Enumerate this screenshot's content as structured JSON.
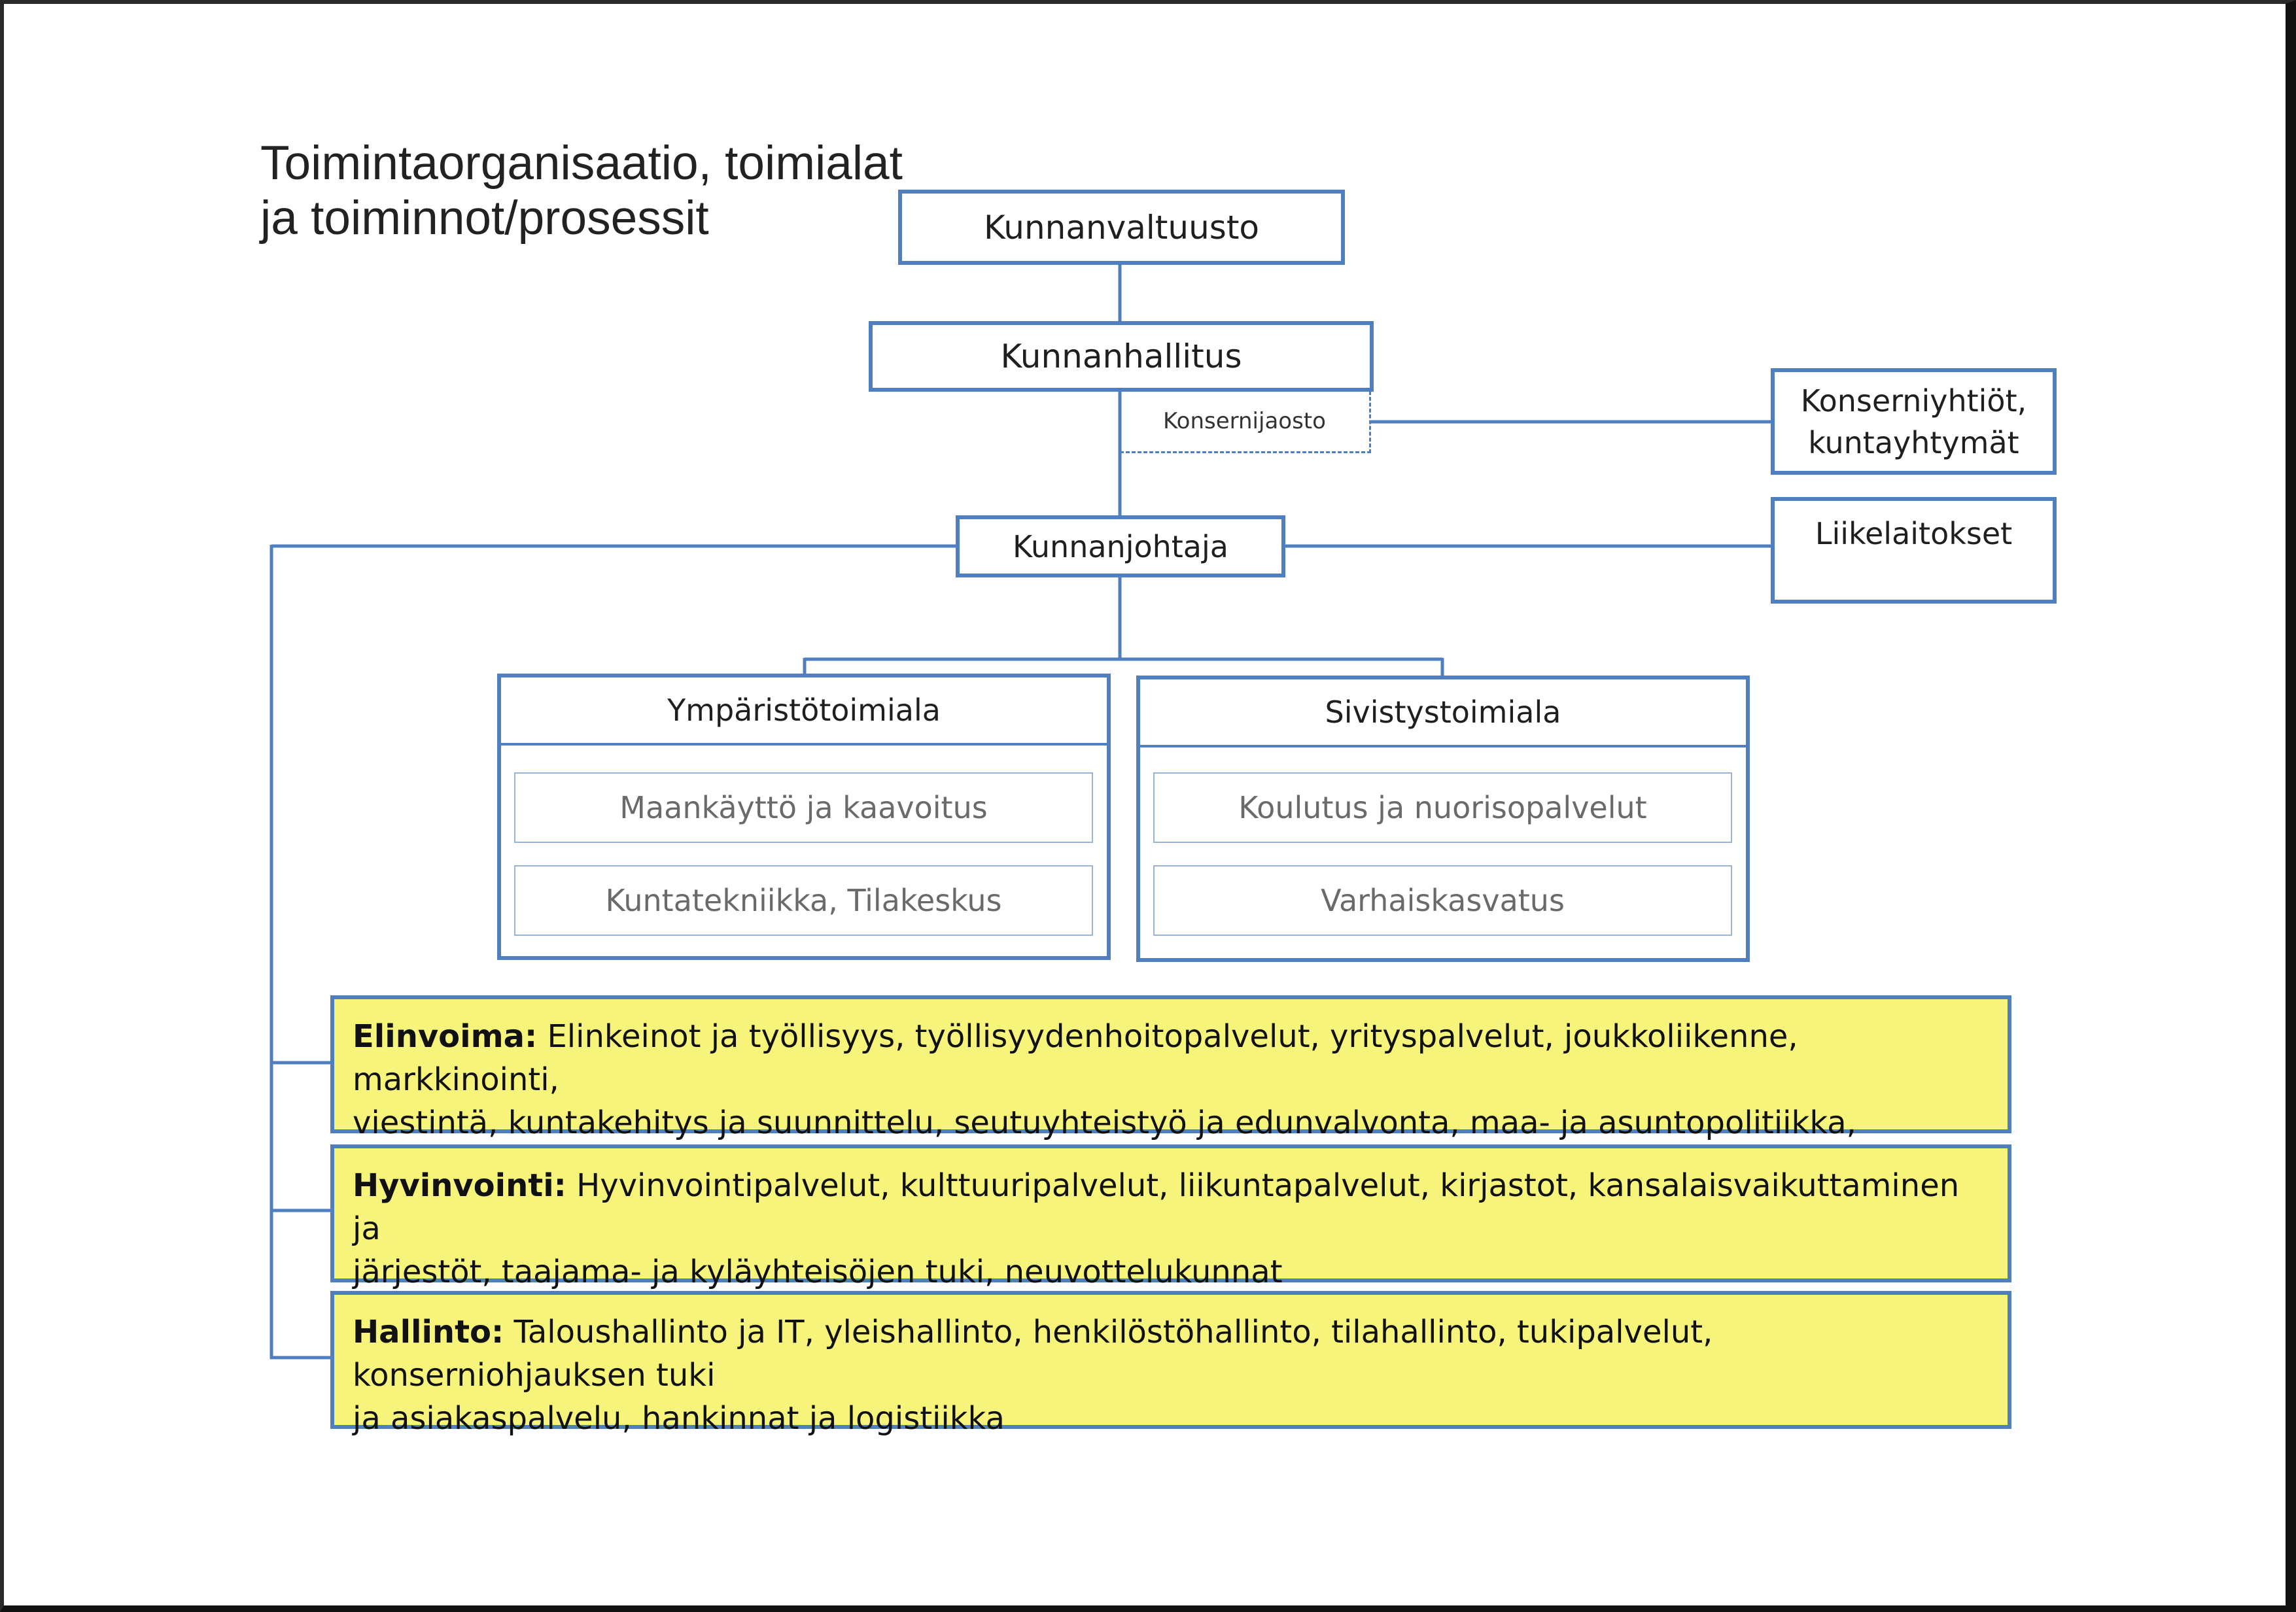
{
  "title": {
    "line1": "Toimintaorganisaatio, toimialat",
    "line2": "ja toiminnot/prosessit"
  },
  "council": "Kunnanvaltuusto",
  "board": "Kunnanhallitus",
  "group_committee": "Konsernijaosto",
  "group_companies": {
    "line1": "Konserniyhtiöt,",
    "line2": "kuntayhtymät"
  },
  "enterprises": "Liikelaitokset",
  "mayor": "Kunnanjohtaja",
  "divisions": [
    {
      "name": "Ympäristötoimiala",
      "units": [
        "Maankäyttö ja kaavoitus",
        "Kuntatekniikka, Tilakeskus"
      ]
    },
    {
      "name": "Sivistystoimiala",
      "units": [
        "Koulutus ja nuorisopalvelut",
        "Varhaiskasvatus"
      ]
    }
  ],
  "processes": [
    {
      "label": "Elinvoima:",
      "line1": "Elinkeinot ja työllisyys, työllisyydenhoitopalvelut, yrityspalvelut, joukkoliikenne, markkinointi,",
      "line2": "viestintä, kuntakehitys ja suunnittelu, seutuyhteistyö ja edunvalvonta, maa- ja asuntopolitiikka, tulevaisuustyö"
    },
    {
      "label": "Hyvinvointi:",
      "line1": "Hyvinvointipalvelut, kulttuuripalvelut, liikuntapalvelut, kirjastot, kansalaisvaikuttaminen ja",
      "line2": "järjestöt, taajama- ja kyläyhteisöjen tuki, neuvottelukunnat"
    },
    {
      "label": "Hallinto:",
      "line1": "Taloushallinto ja IT, yleishallinto, henkilöstöhallinto, tilahallinto, tukipalvelut, konserniohjauksen tuki",
      "line2": "ja asiakaspalvelu, hankinnat ja logistiikka"
    }
  ],
  "colors": {
    "box_border": "#4f7fc0",
    "process_fill": "#f7f47c",
    "sub_border": "#9ab3d8"
  }
}
